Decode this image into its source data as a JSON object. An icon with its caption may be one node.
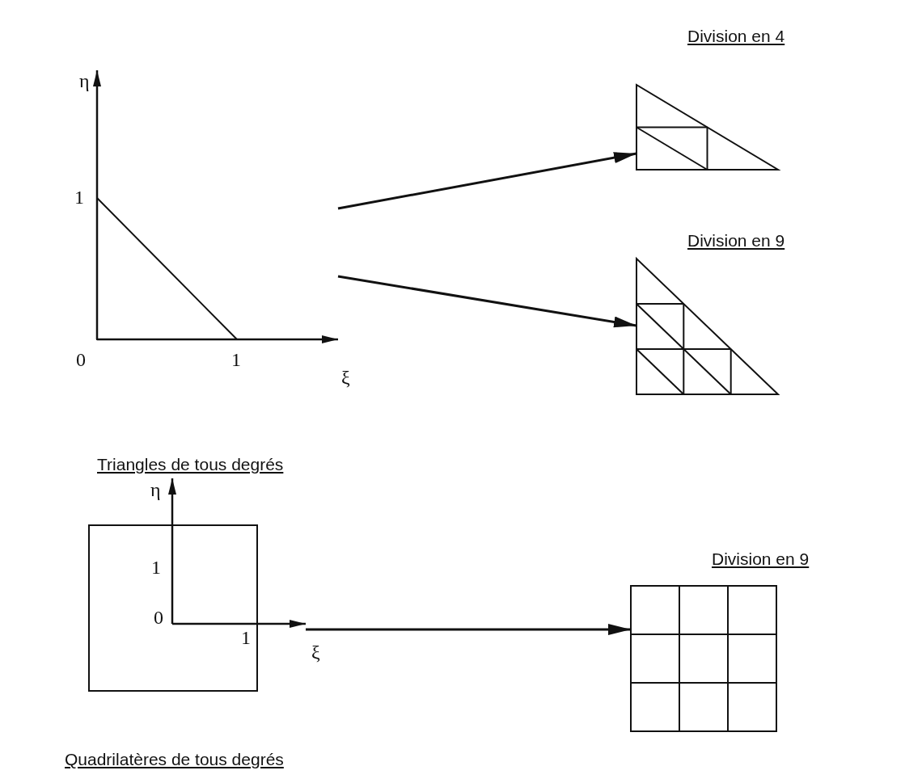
{
  "diagram": {
    "nodes": [
      {
        "text": [
          "Triangles de tous degrés"
        ]
      },
      {
        "text": [
          "Division en 4"
        ]
      },
      {
        "text": [
          "Division en 9"
        ]
      },
      {
        "text": [
          "Quadrilatères de tous degrés"
        ]
      },
      {
        "text": [
          "Division en 9"
        ]
      }
    ],
    "edges": [
      {
        "from": 0,
        "to": 1,
        "arrow": "to"
      },
      {
        "from": 0,
        "to": 2,
        "arrow": "to"
      },
      {
        "from": 3,
        "to": 4,
        "arrow": "to"
      }
    ],
    "labels": [
      "η",
      "1",
      "0",
      "1",
      "ξ",
      "η",
      "1",
      "0",
      "1",
      "ξ"
    ]
  }
}
